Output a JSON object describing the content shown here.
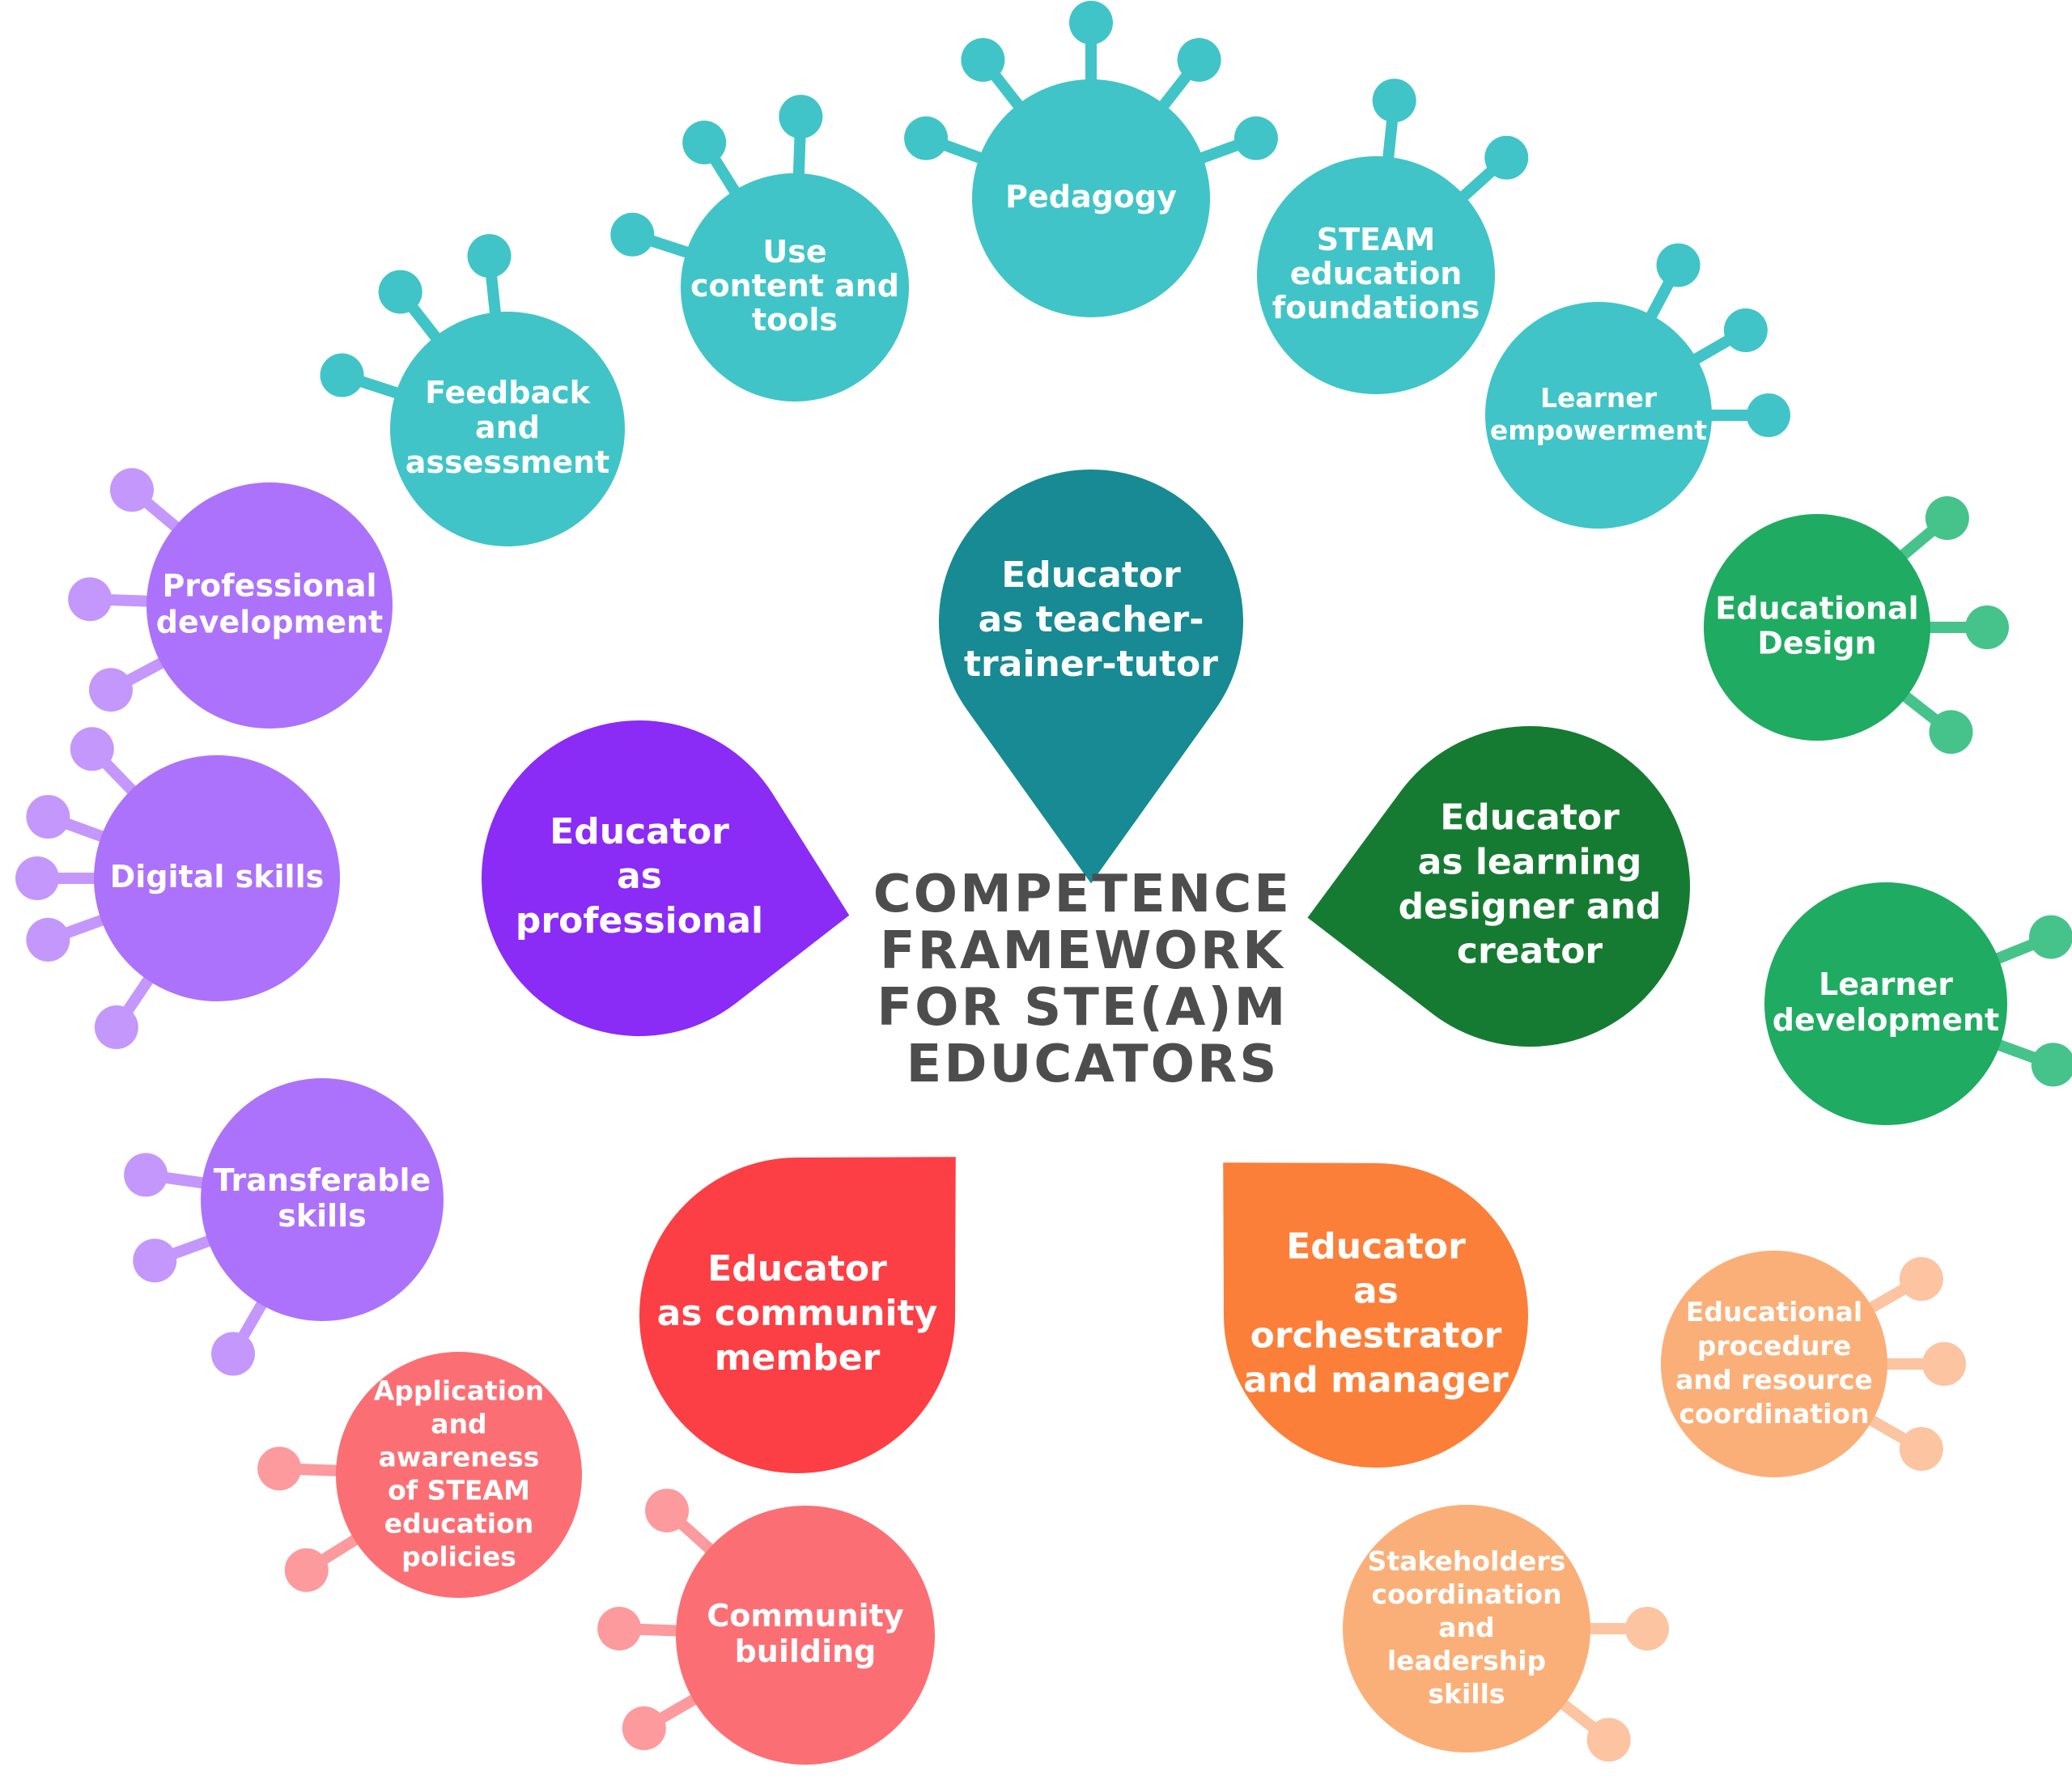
{
  "title_lines": [
    "COMPETENCE",
    "FRAMEWORK",
    "FOR STE(A)M",
    "EDUCATORS"
  ],
  "colors": {
    "teal_dark": "#178a93",
    "teal_light": "#40c4c7",
    "green_dark": "#167b32",
    "green_light": "#1fab61",
    "green_dots": "#46c38a",
    "purple_dark": "#8b2bf6",
    "purple_light": "#ac72fb",
    "purple_dots": "#c497fc",
    "red_dark": "#fb3f45",
    "red_light": "#fb6f74",
    "red_dots": "#fc9a9d",
    "orange_dark": "#fb7f38",
    "orange_light": "#fbaf78",
    "orange_dots": "#fcc4a0",
    "title": "#4d4d4d"
  },
  "roles": [
    {
      "id": "teacher",
      "lines": [
        "Educator",
        "as teacher-",
        "trainer-tutor"
      ]
    },
    {
      "id": "professional",
      "lines": [
        "Educator",
        "as",
        "professional"
      ]
    },
    {
      "id": "designer",
      "lines": [
        "Educator",
        "as learning",
        "designer and",
        "creator"
      ]
    },
    {
      "id": "community",
      "lines": [
        "Educator",
        "as community",
        "member"
      ]
    },
    {
      "id": "orchestrator",
      "lines": [
        "Educator",
        "as",
        "orchestrator",
        "and manager"
      ]
    }
  ],
  "competences": [
    {
      "id": "pedagogy",
      "group": "teacher",
      "lines": [
        "Pedagogy"
      ]
    },
    {
      "id": "use-content-tools",
      "group": "teacher",
      "lines": [
        "Use",
        "content and",
        "tools"
      ]
    },
    {
      "id": "steam-foundations",
      "group": "teacher",
      "lines": [
        "STEAM",
        "education",
        "foundations"
      ]
    },
    {
      "id": "feedback-assessment",
      "group": "teacher",
      "lines": [
        "Feedback",
        "and",
        "assessment"
      ]
    },
    {
      "id": "learner-empowerment",
      "group": "teacher",
      "lines": [
        "Learner",
        "empowerment"
      ]
    },
    {
      "id": "educational-design",
      "group": "designer",
      "lines": [
        "Educational",
        "Design"
      ]
    },
    {
      "id": "learner-development",
      "group": "designer",
      "lines": [
        "Learner",
        "development"
      ]
    },
    {
      "id": "professional-development",
      "group": "professional",
      "lines": [
        "Professional",
        "development"
      ]
    },
    {
      "id": "digital-skills",
      "group": "professional",
      "lines": [
        "Digital skills"
      ]
    },
    {
      "id": "transferable-skills",
      "group": "professional",
      "lines": [
        "Transferable",
        "skills"
      ]
    },
    {
      "id": "steam-policies",
      "group": "community",
      "lines": [
        "Application",
        "and",
        "awareness",
        "of STEAM",
        "education",
        "policies"
      ]
    },
    {
      "id": "community-building",
      "group": "community",
      "lines": [
        "Community",
        "building"
      ]
    },
    {
      "id": "procedure-resource",
      "group": "orchestrator",
      "lines": [
        "Educational",
        "procedure",
        "and resource",
        "coordination"
      ]
    },
    {
      "id": "stakeholders-coordination",
      "group": "orchestrator",
      "lines": [
        "Stakeholders",
        "coordination",
        "and",
        "leadership",
        "skills"
      ]
    }
  ]
}
